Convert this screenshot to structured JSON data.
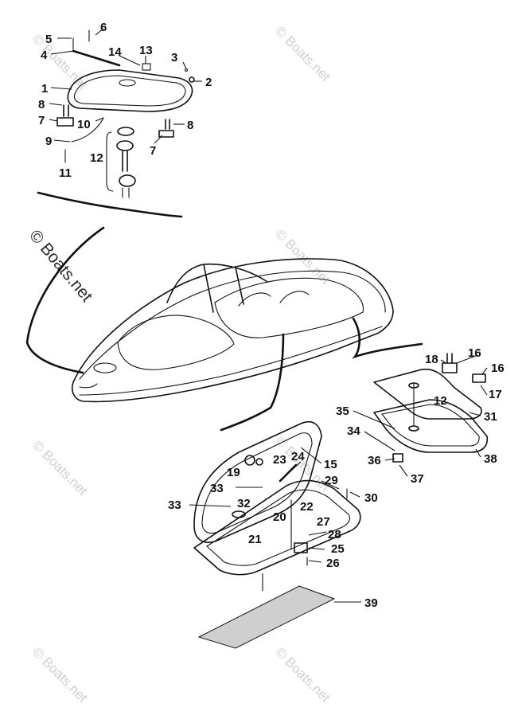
{
  "watermarks": {
    "main": "© Boats.net",
    "small": "© Boats.net"
  },
  "callouts": [
    "1",
    "2",
    "3",
    "4",
    "5",
    "6",
    "7",
    "8",
    "9",
    "10",
    "11",
    "12",
    "13",
    "14",
    "15",
    "16",
    "17",
    "18",
    "19",
    "20",
    "21",
    "22",
    "23",
    "24",
    "25",
    "26",
    "27",
    "28",
    "29",
    "30",
    "31",
    "32",
    "33",
    "34",
    "35",
    "36",
    "37",
    "38",
    "39"
  ],
  "colors": {
    "ink": "#111111",
    "watermark": "#d0d0d0",
    "mat": "#cfcfcf"
  }
}
